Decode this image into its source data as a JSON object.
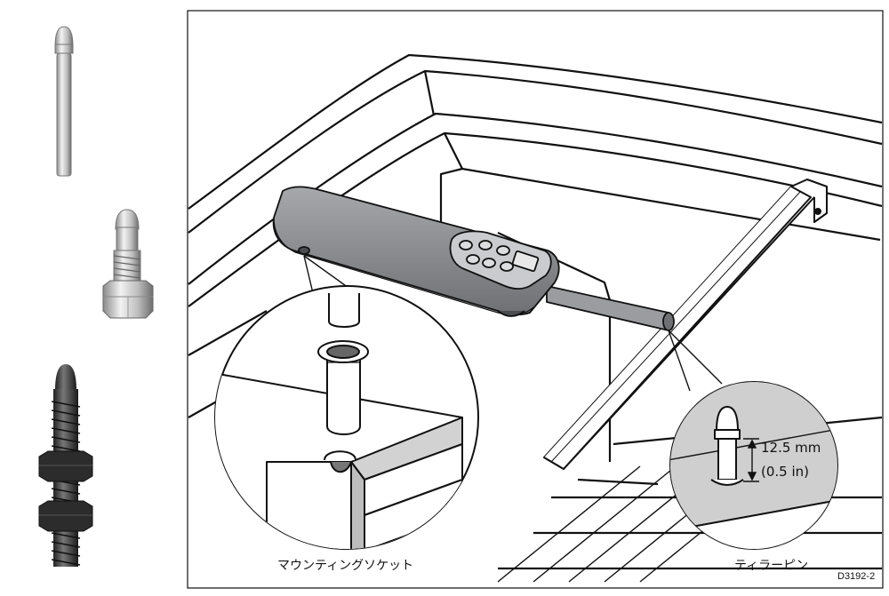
{
  "labels": {
    "mounting_socket": "マウンティングソケット",
    "tiller_pin": "ティラーピン",
    "dimension_mm": "12.5 mm",
    "dimension_in": "(0.5 in)",
    "drawing_code": "D3192-2"
  },
  "photos": [
    {
      "icon": "long-steel-pin-icon"
    },
    {
      "icon": "short-threaded-pin-with-nut-icon"
    },
    {
      "icon": "black-threaded-pin-with-two-nuts-icon"
    }
  ],
  "colors": {
    "stroke": "#111111",
    "pilot_body": "#8d8f93",
    "pilot_dark": "#4b4d51",
    "keypad": "#c9cbce",
    "steel_light": "#e0e0e0",
    "steel_dark": "#7a7a7a",
    "detail_fill": "#cfcfcf"
  }
}
